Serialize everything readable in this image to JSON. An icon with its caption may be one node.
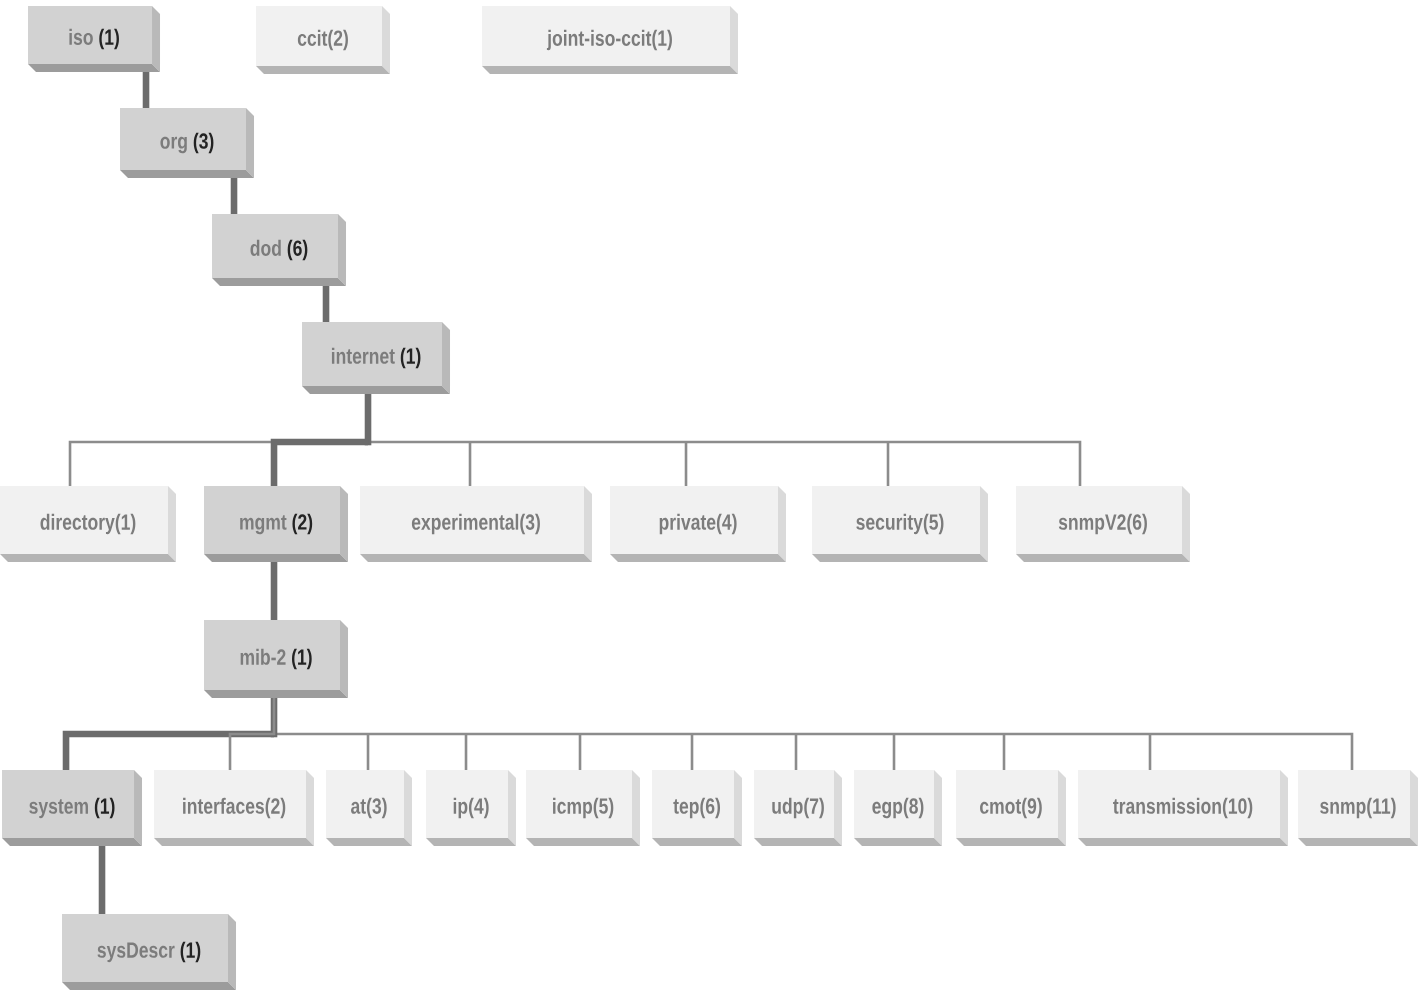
{
  "diagram": {
    "nodes": [
      {
        "text": [
          "iso **(1)**"
        ]
      },
      {
        "text": [
          "ccit(2)"
        ]
      },
      {
        "text": [
          "joint-iso-ccit(1)"
        ]
      },
      {
        "text": [
          "org **(3)**"
        ]
      },
      {
        "text": [
          "dod **(6)**"
        ]
      },
      {
        "text": [
          "internet **(1)**"
        ]
      },
      {
        "text": [
          "directory(1)"
        ]
      },
      {
        "text": [
          "mgmt **(2)**"
        ]
      },
      {
        "text": [
          "experimental(3)"
        ]
      },
      {
        "text": [
          "private(4)"
        ]
      },
      {
        "text": [
          "security(5)"
        ]
      },
      {
        "text": [
          "snmpV2(6)"
        ]
      },
      {
        "text": [
          "mib-2 **(1)**"
        ]
      },
      {
        "text": [
          "system **(1)**"
        ]
      },
      {
        "text": [
          "interfaces(2)"
        ]
      },
      {
        "text": [
          "at(3)"
        ]
      },
      {
        "text": [
          "ip(4)"
        ]
      },
      {
        "text": [
          "icmp(5)"
        ]
      },
      {
        "text": [
          "tep(6)"
        ]
      },
      {
        "text": [
          "udp(7)"
        ]
      },
      {
        "text": [
          "egp(8)"
        ]
      },
      {
        "text": [
          "cmot(9)"
        ]
      },
      {
        "text": [
          "transmission(10)"
        ]
      },
      {
        "text": [
          "snmp(11)"
        ]
      },
      {
        "text": [
          "sysDescr **(1)**"
        ]
      }
    ],
    "edges": [
      {
        "from": 0,
        "to": 3,
        "arrow": "none",
        "style": "thick"
      },
      {
        "from": 3,
        "to": 4,
        "arrow": "none",
        "style": "thick"
      },
      {
        "from": 4,
        "to": 5,
        "arrow": "none",
        "style": "thick"
      },
      {
        "from": 5,
        "to": 6,
        "arrow": "none"
      },
      {
        "from": 5,
        "to": 7,
        "arrow": "none",
        "style": "thick"
      },
      {
        "from": 5,
        "to": 8,
        "arrow": "none"
      },
      {
        "from": 5,
        "to": 9,
        "arrow": "none"
      },
      {
        "from": 5,
        "to": 10,
        "arrow": "none"
      },
      {
        "from": 5,
        "to": 11,
        "arrow": "none"
      },
      {
        "from": 7,
        "to": 12,
        "arrow": "none",
        "style": "thick"
      },
      {
        "from": 12,
        "to": 13,
        "arrow": "none",
        "style": "thick"
      },
      {
        "from": 12,
        "to": 14,
        "arrow": "none"
      },
      {
        "from": 12,
        "to": 15,
        "arrow": "none"
      },
      {
        "from": 12,
        "to": 16,
        "arrow": "none"
      },
      {
        "from": 12,
        "to": 17,
        "arrow": "none"
      },
      {
        "from": 12,
        "to": 18,
        "arrow": "none"
      },
      {
        "from": 12,
        "to": 19,
        "arrow": "none"
      },
      {
        "from": 12,
        "to": 20,
        "arrow": "none"
      },
      {
        "from": 12,
        "to": 21,
        "arrow": "none"
      },
      {
        "from": 12,
        "to": 22,
        "arrow": "none"
      },
      {
        "from": 12,
        "to": 23,
        "arrow": "none"
      },
      {
        "from": 13,
        "to": 24,
        "arrow": "none",
        "style": "thick"
      }
    ]
  }
}
